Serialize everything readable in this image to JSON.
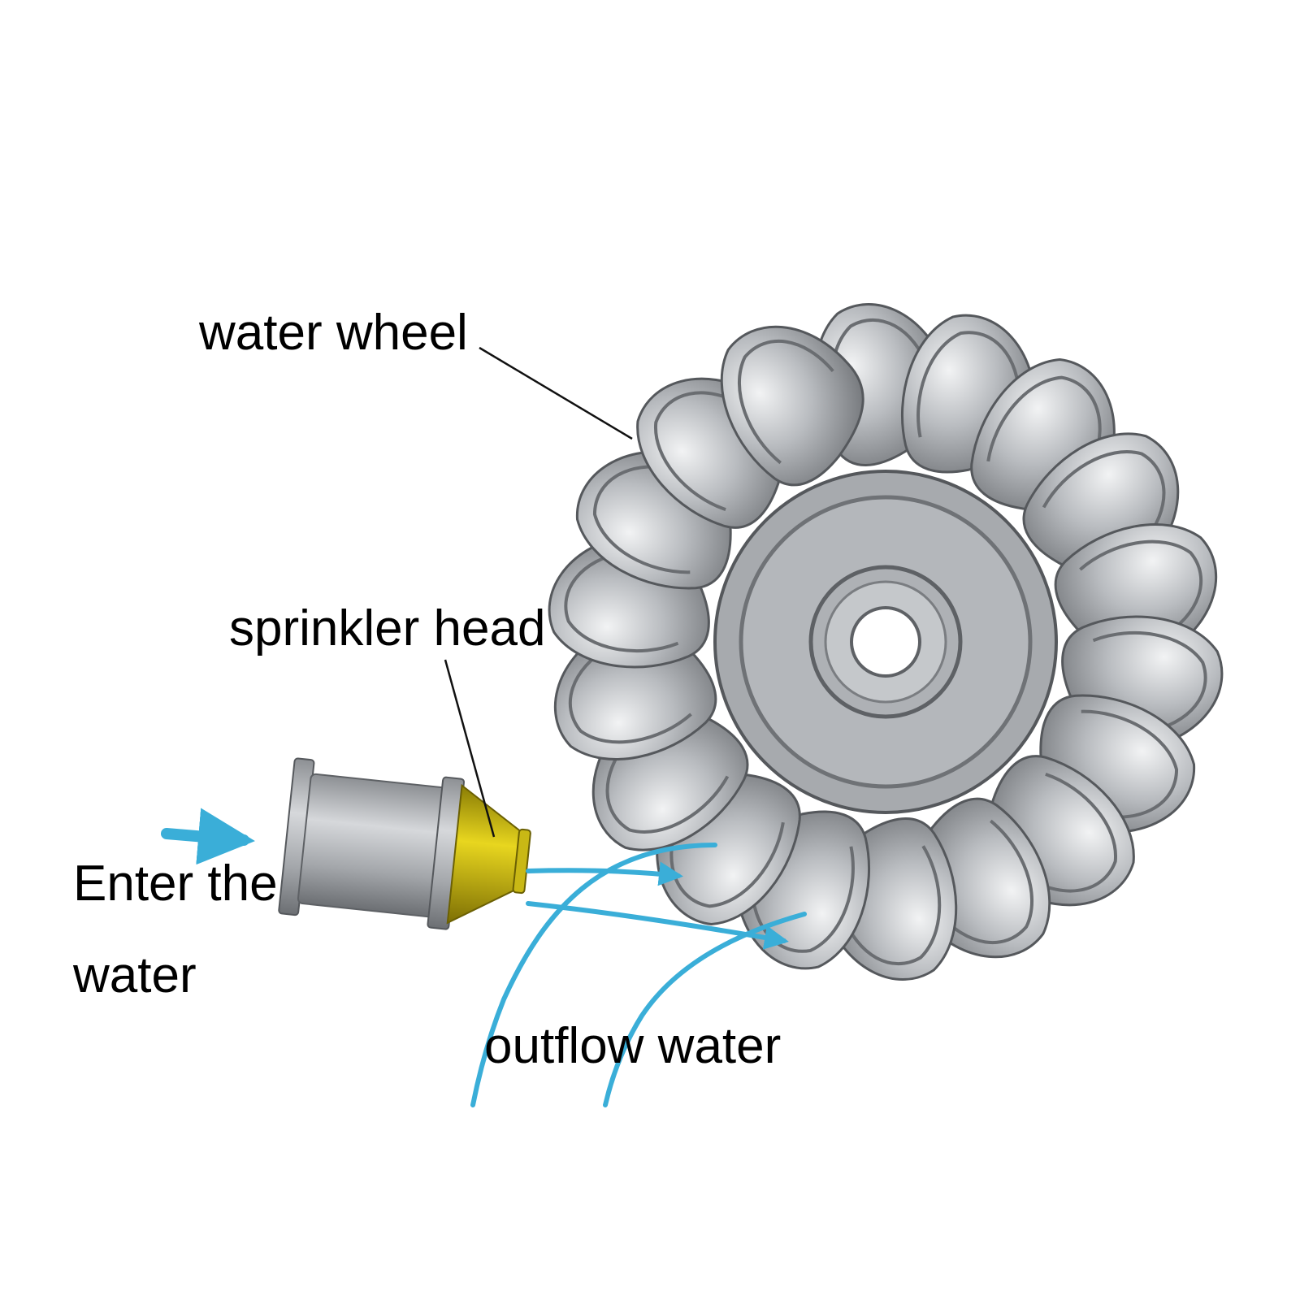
{
  "labels": {
    "water_wheel": "water wheel",
    "sprinkler_head": "sprinkler head",
    "enter_water_line1": "Enter the",
    "enter_water_line2": "water",
    "outflow_water": "outflow water"
  },
  "colors": {
    "water": "#3aaed8",
    "steel": "#9a9da1",
    "steel_dark": "#5e6165",
    "steel_light": "#e3e5e7",
    "nozzle": "#d9c512",
    "leader": "#111111"
  },
  "wheel": {
    "bucket_count": 18
  }
}
